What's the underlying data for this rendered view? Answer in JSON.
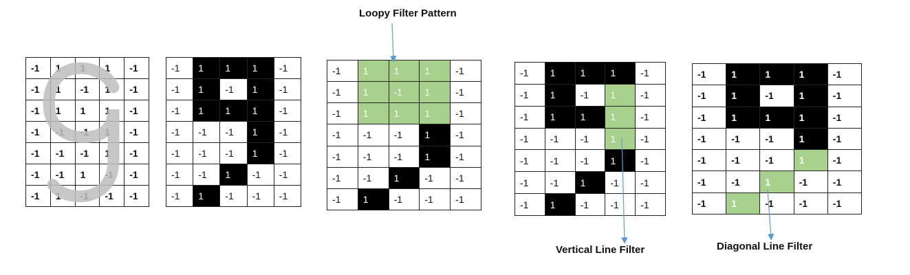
{
  "labels": {
    "loopy": "Loopy Filter Pattern",
    "vertical": "Vertical Line Filter",
    "diagonal": "Diagonal Line Filter"
  },
  "colors": {
    "black_cell": "#000000",
    "green_cell": "#a9d18e",
    "arrow": "#5b9bd5",
    "digit_overlay": "#bdbdbd"
  },
  "grids": [
    {
      "id": "input-digit-grid",
      "cells": [
        [
          "-1",
          "1",
          "1",
          "1",
          "-1"
        ],
        [
          "-1",
          "1",
          "-1",
          "1",
          "-1"
        ],
        [
          "-1",
          "1",
          "1",
          "1",
          "-1"
        ],
        [
          "-1",
          "-1",
          "-1",
          "1",
          "-1"
        ],
        [
          "-1",
          "-1",
          "-1",
          "1",
          "-1"
        ],
        [
          "-1",
          "-1",
          "1",
          "-1",
          "-1"
        ],
        [
          "-1",
          "1",
          "-1",
          "-1",
          "-1"
        ]
      ],
      "styles": [
        [
          "n",
          "n",
          "n",
          "n",
          "n"
        ],
        [
          "n",
          "n",
          "n",
          "n",
          "n"
        ],
        [
          "n",
          "n",
          "n",
          "n",
          "n"
        ],
        [
          "n",
          "n",
          "n",
          "n",
          "n"
        ],
        [
          "n",
          "n",
          "n",
          "n",
          "n"
        ],
        [
          "n",
          "n",
          "n",
          "n",
          "n"
        ],
        [
          "n",
          "n",
          "n",
          "n",
          "n"
        ]
      ]
    },
    {
      "id": "binary-digit-grid",
      "cells": [
        [
          "-1",
          "1",
          "1",
          "1",
          "-1"
        ],
        [
          "-1",
          "1",
          "-1",
          "1",
          "-1"
        ],
        [
          "-1",
          "1",
          "1",
          "1",
          "-1"
        ],
        [
          "-1",
          "-1",
          "-1",
          "1",
          "-1"
        ],
        [
          "-1",
          "-1",
          "-1",
          "1",
          "-1"
        ],
        [
          "-1",
          "-1",
          "1",
          "-1",
          "-1"
        ],
        [
          "-1",
          "1",
          "-1",
          "-1",
          "-1"
        ]
      ],
      "styles": [
        [
          "n",
          "b",
          "b",
          "b",
          "n"
        ],
        [
          "n",
          "b",
          "n",
          "b",
          "n"
        ],
        [
          "n",
          "b",
          "b",
          "b",
          "n"
        ],
        [
          "n",
          "n",
          "n",
          "b",
          "n"
        ],
        [
          "n",
          "n",
          "n",
          "b",
          "n"
        ],
        [
          "n",
          "n",
          "b",
          "n",
          "n"
        ],
        [
          "n",
          "b",
          "n",
          "n",
          "n"
        ]
      ]
    },
    {
      "id": "loopy-filter-grid",
      "cells": [
        [
          "-1",
          "1",
          "1",
          "1",
          "-1"
        ],
        [
          "-1",
          "1",
          "-1",
          "1",
          "-1"
        ],
        [
          "-1",
          "1",
          "1",
          "1",
          "-1"
        ],
        [
          "-1",
          "-1",
          "-1",
          "1",
          "-1"
        ],
        [
          "-1",
          "-1",
          "-1",
          "1",
          "-1"
        ],
        [
          "-1",
          "-1",
          "1",
          "-1",
          "-1"
        ],
        [
          "-1",
          "1",
          "-1",
          "-1",
          "-1"
        ]
      ],
      "styles": [
        [
          "n",
          "g",
          "g",
          "g",
          "n"
        ],
        [
          "n",
          "g",
          "g",
          "g",
          "n"
        ],
        [
          "n",
          "g",
          "g",
          "g",
          "n"
        ],
        [
          "n",
          "n",
          "n",
          "b",
          "n"
        ],
        [
          "n",
          "n",
          "n",
          "b",
          "n"
        ],
        [
          "n",
          "n",
          "b",
          "n",
          "n"
        ],
        [
          "n",
          "b",
          "n",
          "n",
          "n"
        ]
      ]
    },
    {
      "id": "vertical-filter-grid",
      "cells": [
        [
          "-1",
          "1",
          "1",
          "1",
          "-1"
        ],
        [
          "-1",
          "1",
          "-1",
          "1",
          "-1"
        ],
        [
          "-1",
          "1",
          "1",
          "1",
          "-1"
        ],
        [
          "-1",
          "-1",
          "-1",
          "1",
          "-1"
        ],
        [
          "-1",
          "-1",
          "-1",
          "1",
          "-1"
        ],
        [
          "-1",
          "-1",
          "1",
          "-1",
          "-1"
        ],
        [
          "-1",
          "1",
          "-1",
          "-1",
          "-1"
        ]
      ],
      "styles": [
        [
          "n",
          "b",
          "b",
          "b",
          "n"
        ],
        [
          "n",
          "b",
          "n",
          "g",
          "n"
        ],
        [
          "n",
          "b",
          "b",
          "g",
          "n"
        ],
        [
          "n",
          "n",
          "n",
          "g",
          "n"
        ],
        [
          "n",
          "n",
          "n",
          "b",
          "n"
        ],
        [
          "n",
          "n",
          "b",
          "n",
          "n"
        ],
        [
          "n",
          "b",
          "n",
          "n",
          "n"
        ]
      ]
    },
    {
      "id": "diagonal-filter-grid",
      "cells": [
        [
          "-1",
          "1",
          "1",
          "1",
          "-1"
        ],
        [
          "-1",
          "1",
          "-1",
          "1",
          "-1"
        ],
        [
          "-1",
          "1",
          "1",
          "1",
          "-1"
        ],
        [
          "-1",
          "-1",
          "-1",
          "1",
          "-1"
        ],
        [
          "-1",
          "-1",
          "-1",
          "1",
          "-1"
        ],
        [
          "-1",
          "-1",
          "1",
          "-1",
          "-1"
        ],
        [
          "-1",
          "1",
          "-1",
          "-1",
          "-1"
        ]
      ],
      "styles": [
        [
          "n",
          "b",
          "b",
          "b",
          "n"
        ],
        [
          "n",
          "b",
          "n",
          "b",
          "n"
        ],
        [
          "n",
          "b",
          "b",
          "b",
          "n"
        ],
        [
          "n",
          "n",
          "n",
          "b",
          "n"
        ],
        [
          "n",
          "n",
          "n",
          "g",
          "n"
        ],
        [
          "n",
          "n",
          "g",
          "n",
          "n"
        ],
        [
          "n",
          "g",
          "n",
          "n",
          "n"
        ]
      ]
    }
  ]
}
